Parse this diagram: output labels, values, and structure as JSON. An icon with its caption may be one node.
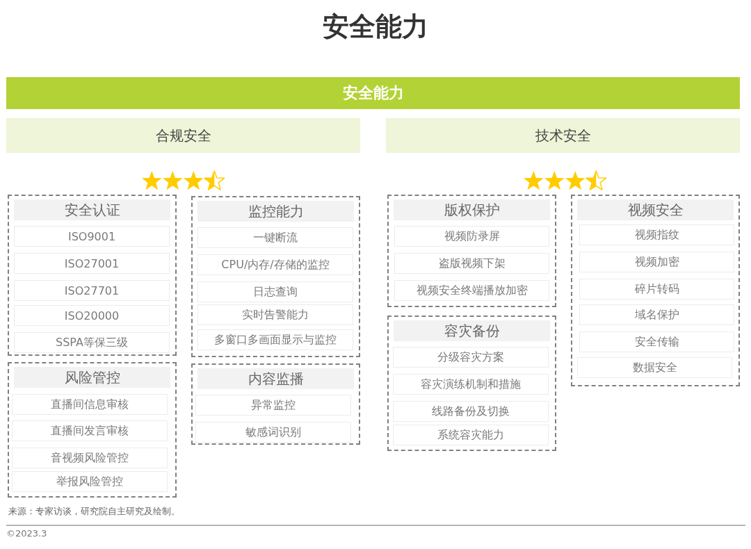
{
  "diagram": {
    "title": "安全能力",
    "nodes": [
      {
        "text": [
          "安全能力"
        ]
      },
      {
        "text": [
          "合规安全"
        ]
      },
      {
        "text": [
          "技术安全"
        ]
      },
      {
        "text": [
          "安全认证"
        ]
      },
      {
        "text": [
          "ISO9001"
        ],
        "in": 3
      },
      {
        "text": [
          "ISO27001"
        ],
        "in": 3
      },
      {
        "text": [
          "ISO27701"
        ],
        "in": 3
      },
      {
        "text": [
          "ISO20000"
        ],
        "in": 3
      },
      {
        "text": [
          "SSPA等保三级"
        ],
        "in": 3
      },
      {
        "text": [
          "风险管控"
        ]
      },
      {
        "text": [
          "直播间信息审核"
        ],
        "in": 9
      },
      {
        "text": [
          "直播间发言审核"
        ],
        "in": 9
      },
      {
        "text": [
          "音视频风险管控"
        ],
        "in": 9
      },
      {
        "text": [
          "举报风险管控"
        ],
        "in": 9
      },
      {
        "text": [
          "监控能力"
        ]
      },
      {
        "text": [
          "一键断流"
        ],
        "in": 14
      },
      {
        "text": [
          "CPU/内存/存储的监控"
        ],
        "in": 14
      },
      {
        "text": [
          "日志查询"
        ],
        "in": 14
      },
      {
        "text": [
          "实时告警能力"
        ],
        "in": 14
      },
      {
        "text": [
          "多窗口多画面显示与监控"
        ],
        "in": 14
      },
      {
        "text": [
          "内容监播"
        ]
      },
      {
        "text": [
          "异常监控"
        ],
        "in": 20
      },
      {
        "text": [
          "敏感词识别"
        ],
        "in": 20
      },
      {
        "text": [
          "版权保护"
        ]
      },
      {
        "text": [
          "视频防录屏"
        ],
        "in": 23
      },
      {
        "text": [
          "盗版视频下架"
        ],
        "in": 23
      },
      {
        "text": [
          "视频安全终端播放加密"
        ],
        "in": 23
      },
      {
        "text": [
          "容灾备份"
        ]
      },
      {
        "text": [
          "分级容灾方案"
        ],
        "in": 27
      },
      {
        "text": [
          "容灾演练机制和措施"
        ],
        "in": 27
      },
      {
        "text": [
          "线路备份及切换"
        ],
        "in": 27
      },
      {
        "text": [
          "系统容灾能力"
        ],
        "in": 27
      },
      {
        "text": [
          "视频安全"
        ]
      },
      {
        "text": [
          "视频指纹"
        ],
        "in": 32
      },
      {
        "text": [
          "视频加密"
        ],
        "in": 32
      },
      {
        "text": [
          "碎片转码"
        ],
        "in": 32
      },
      {
        "text": [
          "域名保护"
        ],
        "in": 32
      },
      {
        "text": [
          "安全传输"
        ],
        "in": 32
      },
      {
        "text": [
          "数据安全"
        ],
        "in": 32
      }
    ],
    "labels": [
      "来源：专家访谈，研究院自主研究及绘制。",
      "©2023.3"
    ]
  }
}
